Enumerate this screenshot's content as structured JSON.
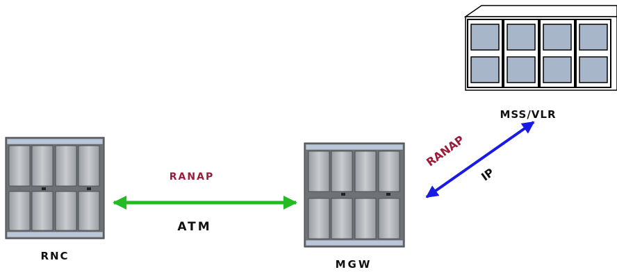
{
  "nodes": {
    "rnc": {
      "label": "RNC"
    },
    "mgw": {
      "label": "MGW"
    },
    "mss": {
      "label": "MSS/VLR"
    }
  },
  "links": {
    "rnc_mgw": {
      "protocol": "RANAP",
      "transport": "ATM",
      "color": "#22bb22"
    },
    "mgw_mss": {
      "protocol": "RANAP",
      "transport": "IP",
      "color": "#1a1ae6"
    }
  },
  "colors": {
    "protocol_text": "#9b1b3a",
    "label_text": "#111111",
    "cabinet_panel": "#a4a8ad",
    "server_panel": "#a7b6c8"
  }
}
